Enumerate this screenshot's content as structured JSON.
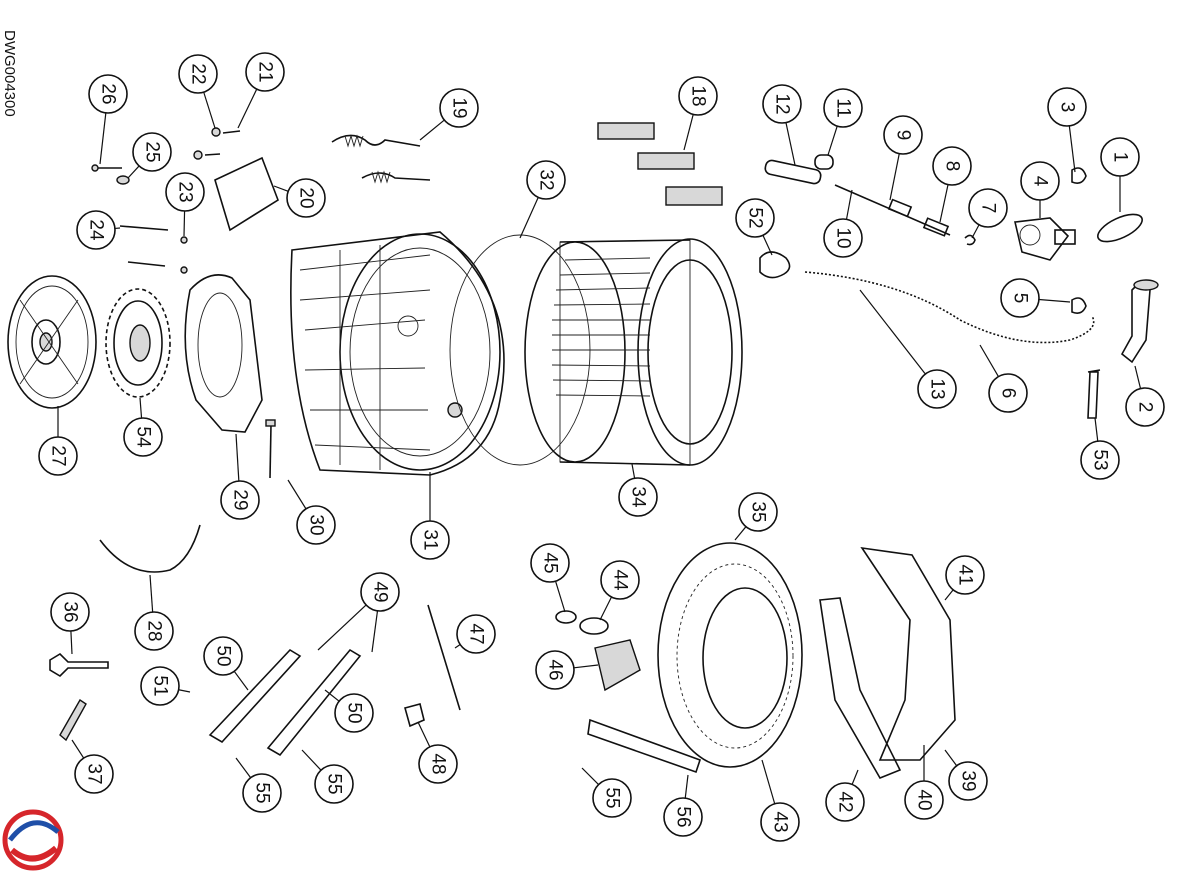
{
  "drawing": {
    "code": "DWG004300",
    "colors": {
      "line": "#111111",
      "brand_red": "#d6262b",
      "brand_blue": "#1f4fa8"
    }
  },
  "callouts": [
    {
      "id": "1",
      "label": "1"
    },
    {
      "id": "2",
      "label": "2"
    },
    {
      "id": "3",
      "label": "3"
    },
    {
      "id": "4",
      "label": "4"
    },
    {
      "id": "5",
      "label": "5"
    },
    {
      "id": "6",
      "label": "6"
    },
    {
      "id": "7",
      "label": "7"
    },
    {
      "id": "8",
      "label": "8"
    },
    {
      "id": "9",
      "label": "9"
    },
    {
      "id": "10",
      "label": "10"
    },
    {
      "id": "11",
      "label": "11"
    },
    {
      "id": "12",
      "label": "12"
    },
    {
      "id": "13",
      "label": "13"
    },
    {
      "id": "18",
      "label": "18"
    },
    {
      "id": "19",
      "label": "19"
    },
    {
      "id": "20",
      "label": "20"
    },
    {
      "id": "21",
      "label": "21"
    },
    {
      "id": "22",
      "label": "22"
    },
    {
      "id": "23",
      "label": "23"
    },
    {
      "id": "24",
      "label": "24"
    },
    {
      "id": "25",
      "label": "25"
    },
    {
      "id": "26",
      "label": "26"
    },
    {
      "id": "27",
      "label": "27"
    },
    {
      "id": "28",
      "label": "28"
    },
    {
      "id": "29",
      "label": "29"
    },
    {
      "id": "30",
      "label": "30"
    },
    {
      "id": "31",
      "label": "31"
    },
    {
      "id": "32",
      "label": "32"
    },
    {
      "id": "34",
      "label": "34"
    },
    {
      "id": "35",
      "label": "35"
    },
    {
      "id": "36",
      "label": "36"
    },
    {
      "id": "37",
      "label": "37"
    },
    {
      "id": "39",
      "label": "39"
    },
    {
      "id": "40",
      "label": "40"
    },
    {
      "id": "41",
      "label": "41"
    },
    {
      "id": "42",
      "label": "42"
    },
    {
      "id": "43",
      "label": "43"
    },
    {
      "id": "44",
      "label": "44"
    },
    {
      "id": "45",
      "label": "45"
    },
    {
      "id": "46",
      "label": "46"
    },
    {
      "id": "47",
      "label": "47"
    },
    {
      "id": "48",
      "label": "48"
    },
    {
      "id": "49a",
      "label": "49"
    },
    {
      "id": "49b",
      "label": "49"
    },
    {
      "id": "50a",
      "label": "50"
    },
    {
      "id": "50b",
      "label": "50"
    },
    {
      "id": "51",
      "label": "51"
    },
    {
      "id": "52",
      "label": "52"
    },
    {
      "id": "53",
      "label": "53"
    },
    {
      "id": "54",
      "label": "54"
    },
    {
      "id": "55a",
      "label": "55"
    },
    {
      "id": "55b",
      "label": "55"
    },
    {
      "id": "55c",
      "label": "55"
    },
    {
      "id": "56",
      "label": "56"
    }
  ]
}
